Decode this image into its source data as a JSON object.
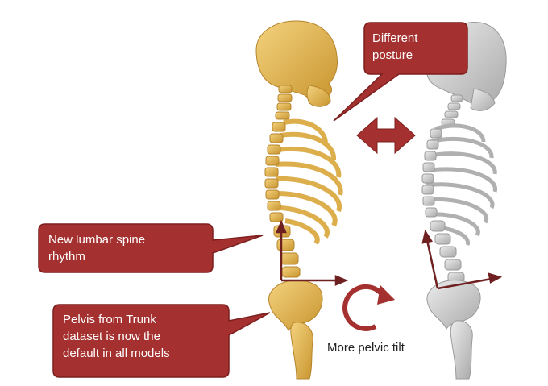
{
  "callouts": {
    "posture": [
      "Different",
      "posture"
    ],
    "lumbar": [
      "New lumbar spine",
      "rhythm"
    ],
    "pelvis": [
      "Pelvis from Trunk",
      "dataset is now the",
      "default in all models"
    ]
  },
  "annotation": {
    "pelvic_tilt": "More pelvic tilt"
  },
  "icons": {
    "double_arrow": "double-headed-arrow-icon",
    "rotation": "clockwise-rotation-icon"
  },
  "colors": {
    "callout_fill": "#a4312f",
    "callout_stroke": "#7c1f1e",
    "arrow": "#a4312f",
    "axis": "#6f2020",
    "bone_gold": "#e9bf5d",
    "bone_gold_shade": "#c8952f",
    "bone_grey": "#d9d9d9",
    "bone_grey_shade": "#a9a9a9"
  }
}
